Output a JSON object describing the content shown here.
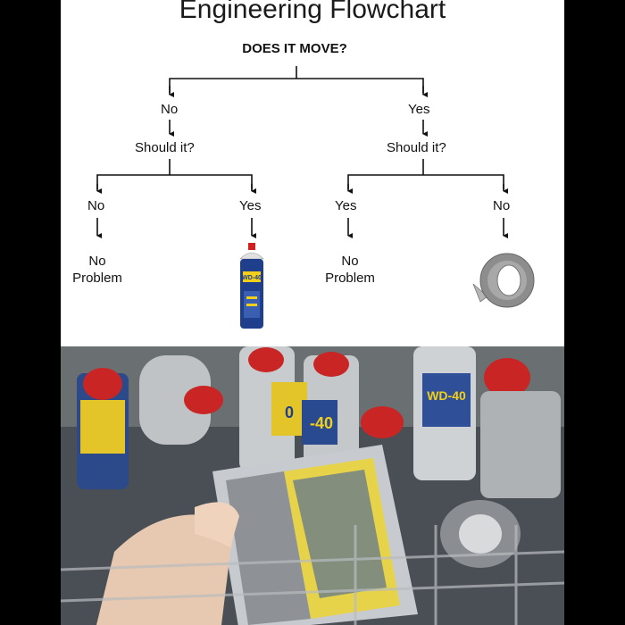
{
  "title": "Engineering Flowchart",
  "question": "DOES IT MOVE?",
  "level1": {
    "left": "No",
    "right": "Yes"
  },
  "level2": {
    "left": "Should it?",
    "right": "Should it?"
  },
  "level3": [
    "No",
    "Yes",
    "Yes",
    "No"
  ],
  "outcomes": {
    "first": [
      "No",
      "Problem"
    ],
    "second_icon": "wd40-spray-can",
    "third": [
      "No",
      "Problem"
    ],
    "fourth_icon": "duct-tape-roll"
  },
  "can_label": "WD-40",
  "photo": {
    "can_labels": [
      "WD-40",
      "0",
      "-40"
    ]
  },
  "colors": {
    "background": "#000000",
    "panel": "#ffffff",
    "text": "#111111",
    "can_blue": "#1f3f8c",
    "can_red": "#d02020",
    "can_yellow": "#f2cf1a",
    "tape": "#9a9a9a"
  }
}
